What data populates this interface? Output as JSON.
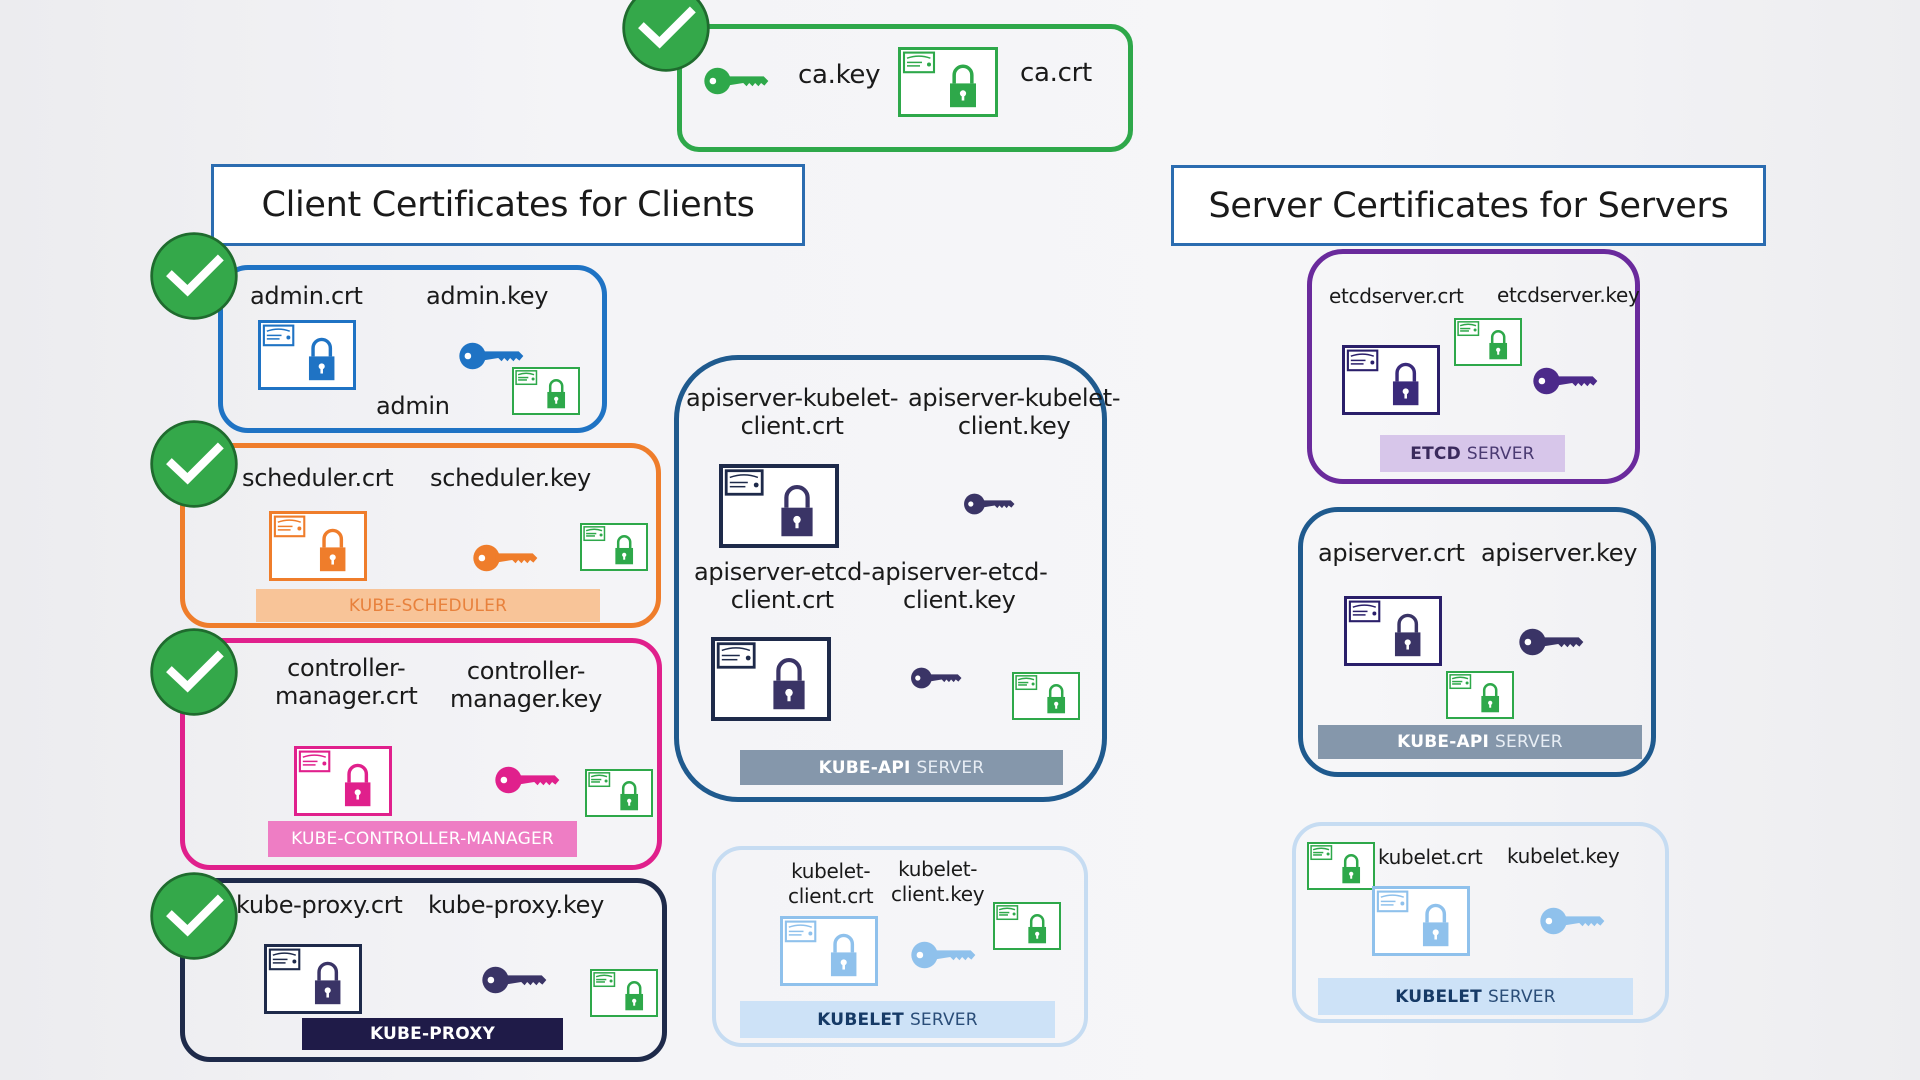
{
  "colors": {
    "ca_green": "#2ea84a",
    "admin_blue": "#1f73c4",
    "scheduler_orange": "#ef7d2b",
    "controller_pink": "#e0208c",
    "proxy_navy": "#1e2a4a",
    "apiserver_blue": "#1f5a8e",
    "kubelet_lightblue": "#8fc1ec",
    "etcd_purple": "#6a2a9c",
    "dark_icon": "#3a3466",
    "header_border": "#2b6cb0"
  },
  "ca": {
    "key_label": "ca.key",
    "crt_label": "ca.crt"
  },
  "headers": {
    "client": "Client Certificates for Clients",
    "server": "Server Certificates for Servers"
  },
  "clients": {
    "admin": {
      "crt": "admin.crt",
      "key": "admin.key",
      "name": "admin"
    },
    "scheduler": {
      "crt": "scheduler.crt",
      "key": "scheduler.key",
      "banner": "KUBE-SCHEDULER"
    },
    "controller": {
      "crt_line1": "controller-",
      "crt_line2": "manager.crt",
      "key_line1": "controller-",
      "key_line2": "manager.key",
      "banner": "KUBE-CONTROLLER-MANAGER"
    },
    "proxy": {
      "crt": "kube-proxy.crt",
      "key": "kube-proxy.key",
      "banner": "KUBE-PROXY"
    }
  },
  "apiserver_clients": {
    "kubelet_client_crt_line1": "apiserver-kubelet-",
    "kubelet_client_crt_line2": "client.crt",
    "kubelet_client_key_line1": "apiserver-kubelet-",
    "kubelet_client_key_line2": "client.key",
    "etcd_client_crt_line1": "apiserver-etcd-",
    "etcd_client_crt_line2": "client.crt",
    "etcd_client_key_line1": "apiserver-etcd-",
    "etcd_client_key_line2": "client.key",
    "banner_bold": "KUBE-API",
    "banner_rest": "SERVER"
  },
  "kubelet_client": {
    "crt_line1": "kubelet-",
    "crt_line2": "client.crt",
    "key_line1": "kubelet-",
    "key_line2": "client.key",
    "banner_bold": "KUBELET",
    "banner_rest": "SERVER"
  },
  "servers": {
    "etcd": {
      "crt": "etcdserver.crt",
      "key": "etcdserver.key",
      "banner_bold": "ETCD",
      "banner_rest": "SERVER"
    },
    "apiserver": {
      "crt": "apiserver.crt",
      "key": "apiserver.key",
      "banner_bold": "KUBE-API",
      "banner_rest": "SERVER"
    },
    "kubelet": {
      "crt": "kubelet.crt",
      "key": "kubelet.key",
      "banner_bold": "KUBELET",
      "banner_rest": "SERVER"
    }
  },
  "icons": {
    "check": "check-circle-icon",
    "certificate": "certificate-lock-icon",
    "key": "key-icon"
  }
}
